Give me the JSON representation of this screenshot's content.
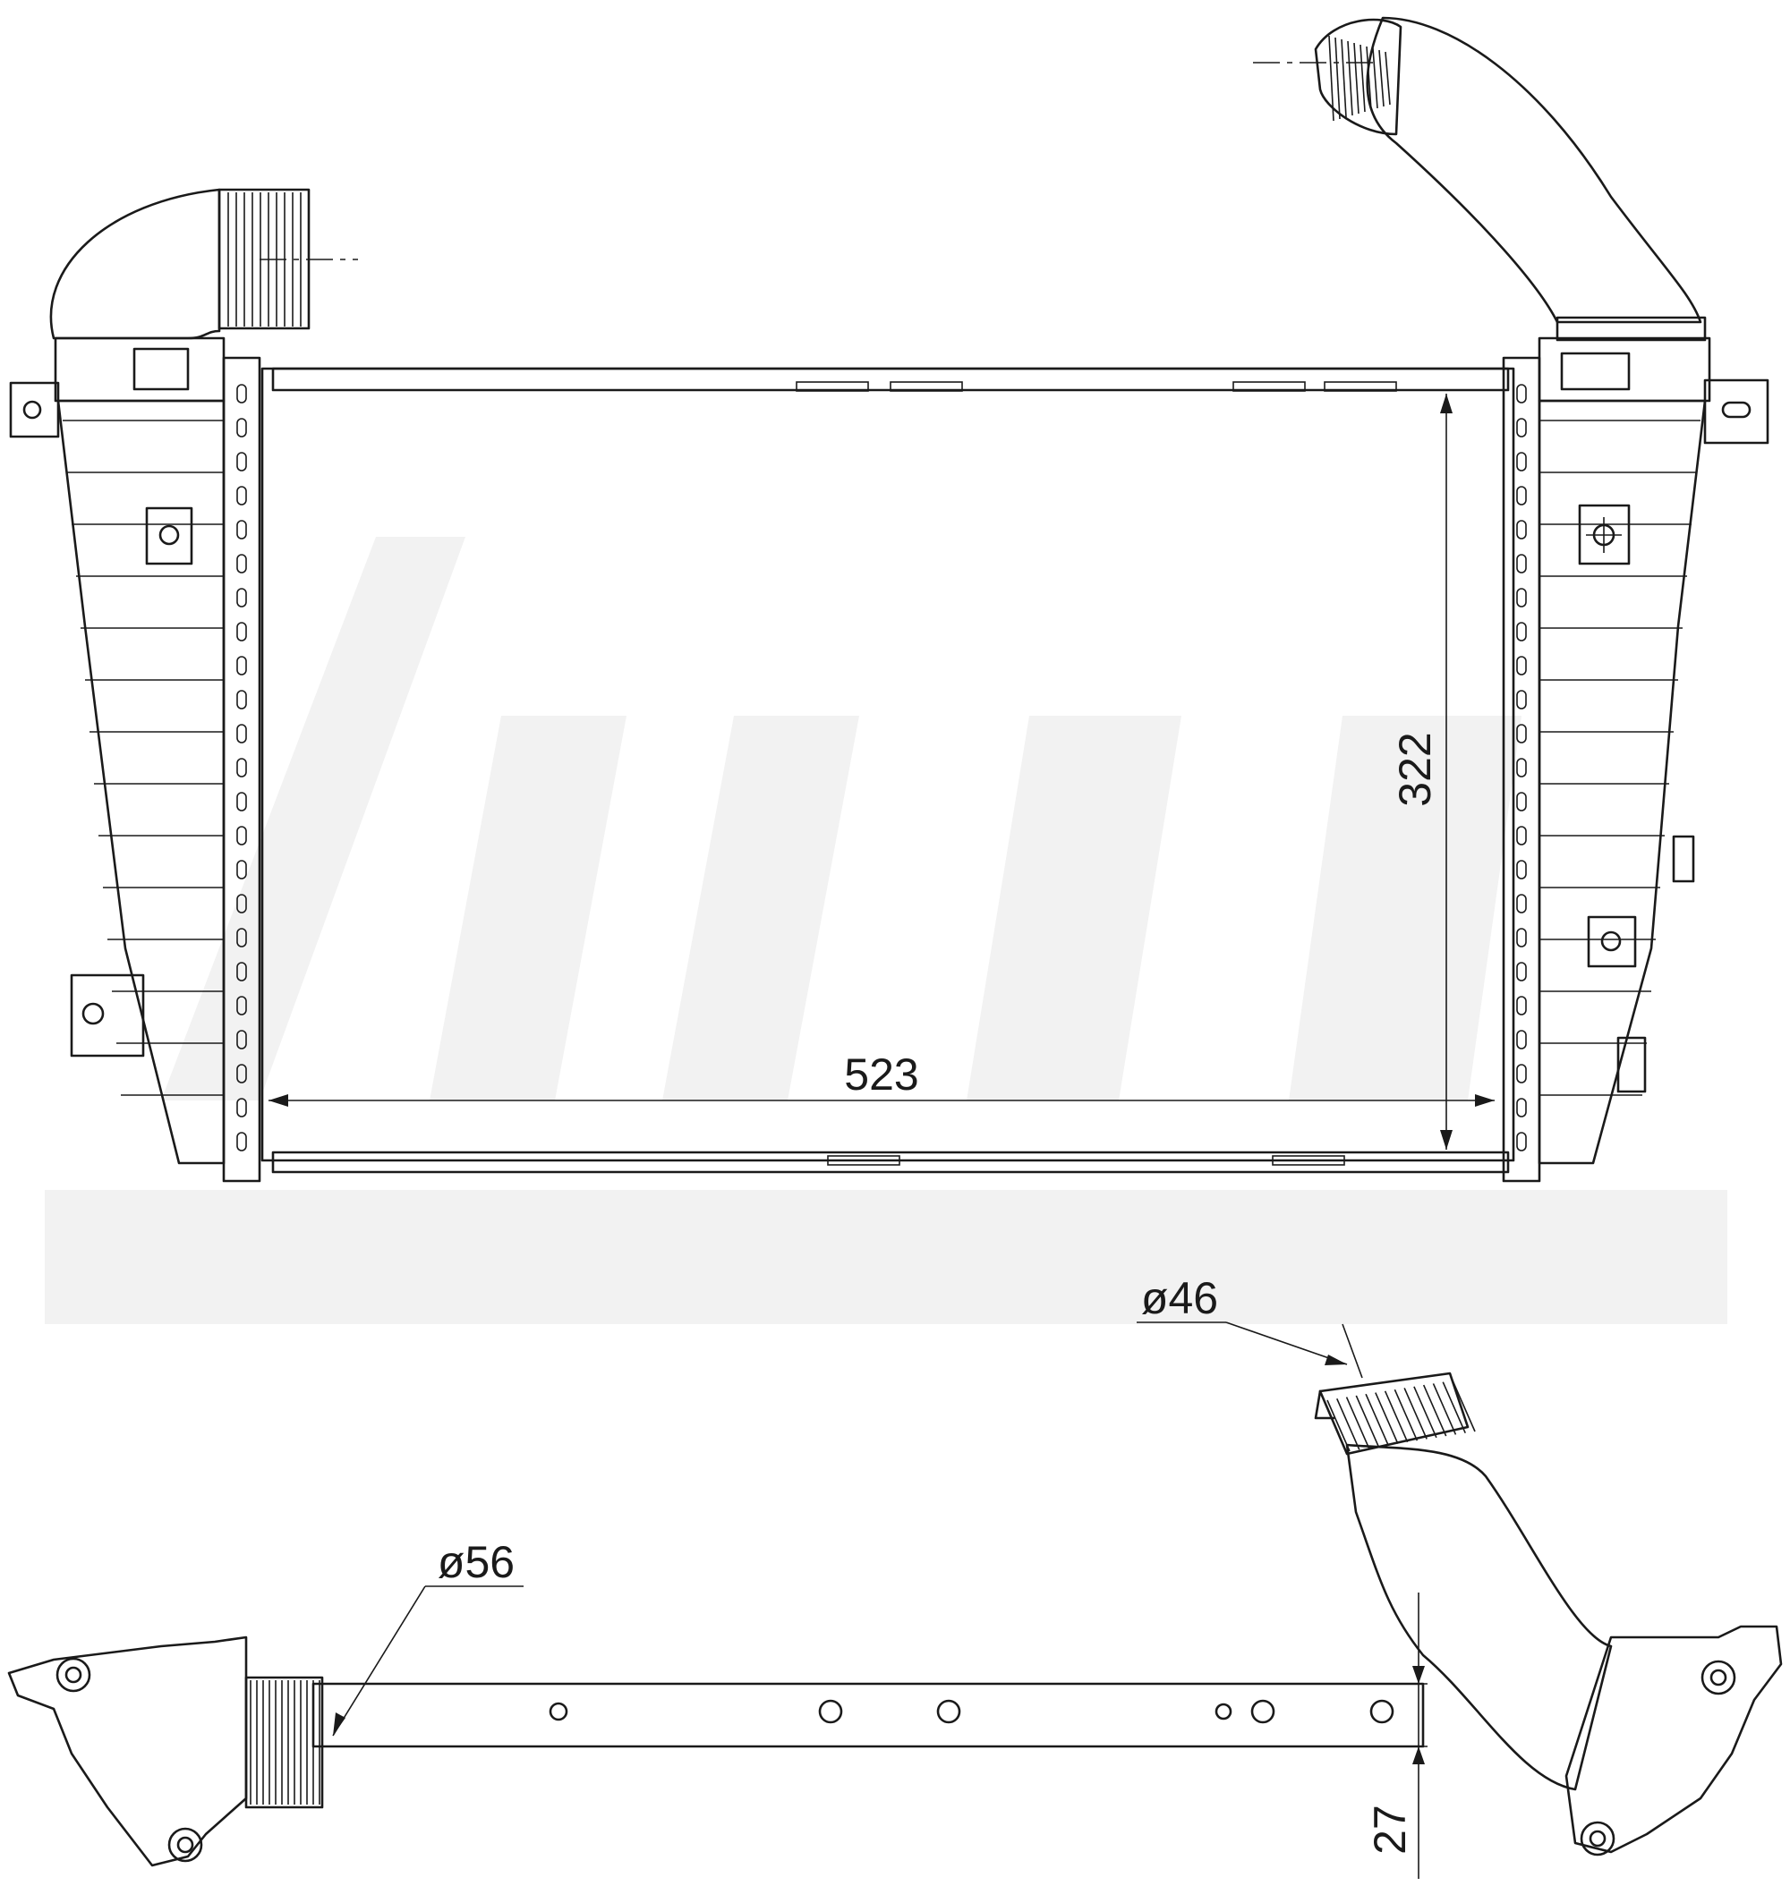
{
  "drawing": {
    "type": "intercooler technical drawing",
    "line_color": "#1a1a1a",
    "background": "#ffffff",
    "watermark_color": "#f2f2f2"
  },
  "dimensions": {
    "core_width": "523",
    "core_height": "322",
    "outlet_diameter": "ø46",
    "inlet_diameter": "ø56",
    "core_thickness": "27"
  }
}
